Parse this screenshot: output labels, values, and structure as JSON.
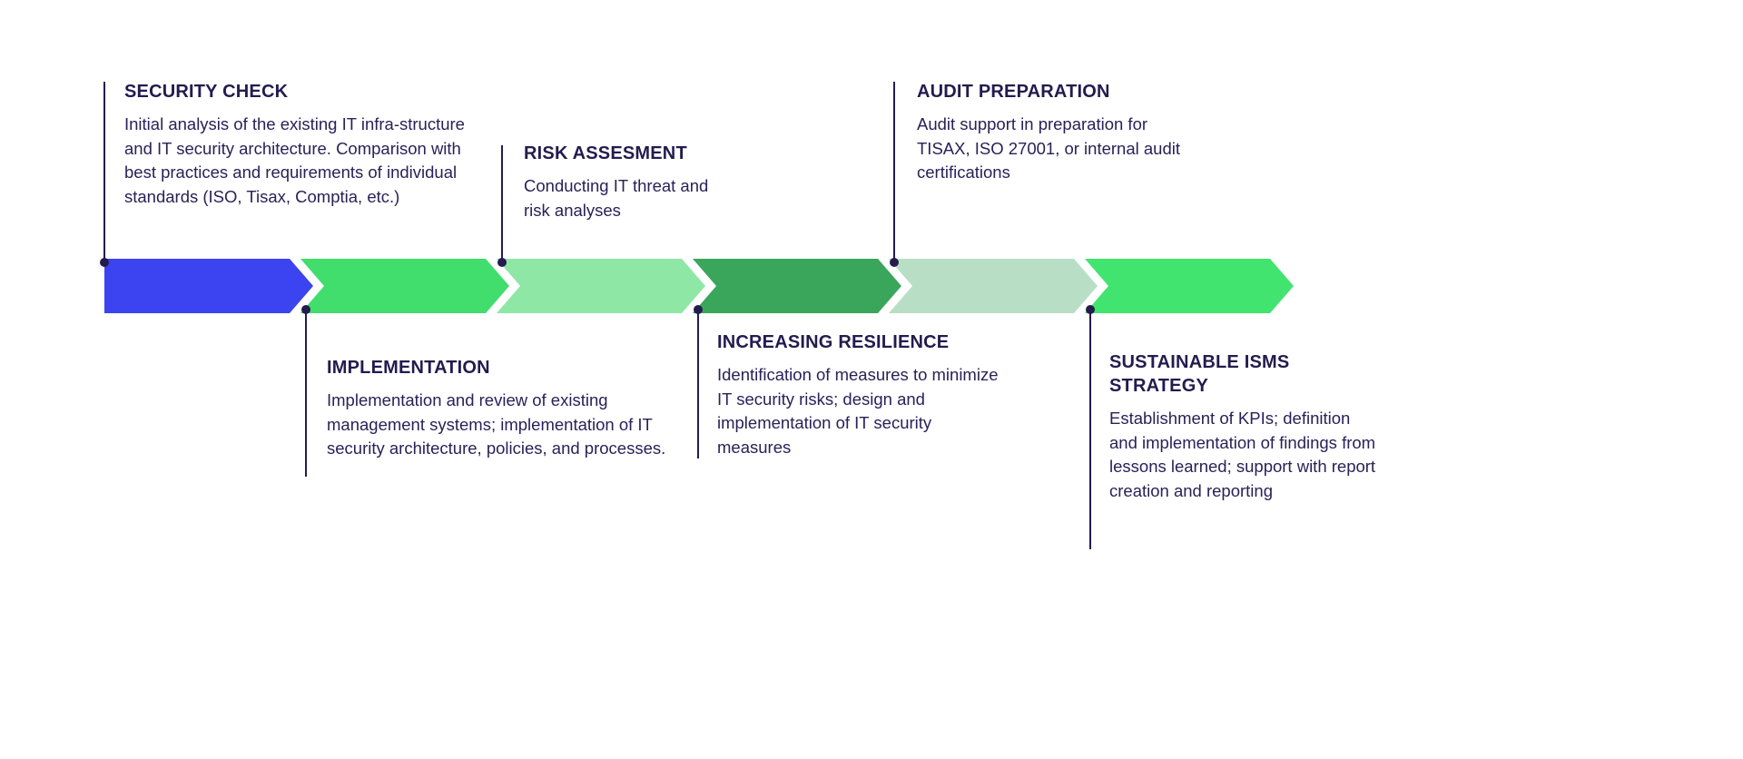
{
  "colors": {
    "background": "#ffffff",
    "text": "#241b4e",
    "connector": "#241b4e"
  },
  "steps": [
    {
      "title": "SECURITY CHECK",
      "description": "Initial analysis of the existing IT infra-structure and IT security architecture. Comparison with best practices and requirements of individual standards (ISO, Tisax, Comptia, etc.)",
      "position": "above",
      "color": "#3b44f0"
    },
    {
      "title": "IMPLEMENTATION",
      "description": "Implementation and review of existing management systems; implementation of IT security architecture, policies, and processes.",
      "position": "below",
      "color": "#41dd6d"
    },
    {
      "title": "RISK ASSESMENT",
      "description": "Conducting IT threat and risk analyses",
      "position": "above",
      "color": "#8fe7a6"
    },
    {
      "title": "INCREASING RESILIENCE",
      "description": "Identification of measures to minimize IT security risks; design and implementation of IT security measures",
      "position": "below",
      "color": "#3aa65c"
    },
    {
      "title": "AUDIT PREPARATION",
      "description": "Audit support in preparation for TISAX, ISO 27001, or internal audit certifications",
      "position": "above",
      "color": "#b8dfc6"
    },
    {
      "title": "SUSTAINABLE ISMS STRATEGY",
      "description": "Establishment of KPIs; definition and implementation of findings from lessons learned; support with report creation and reporting",
      "position": "below",
      "color": "#41e46e"
    }
  ]
}
